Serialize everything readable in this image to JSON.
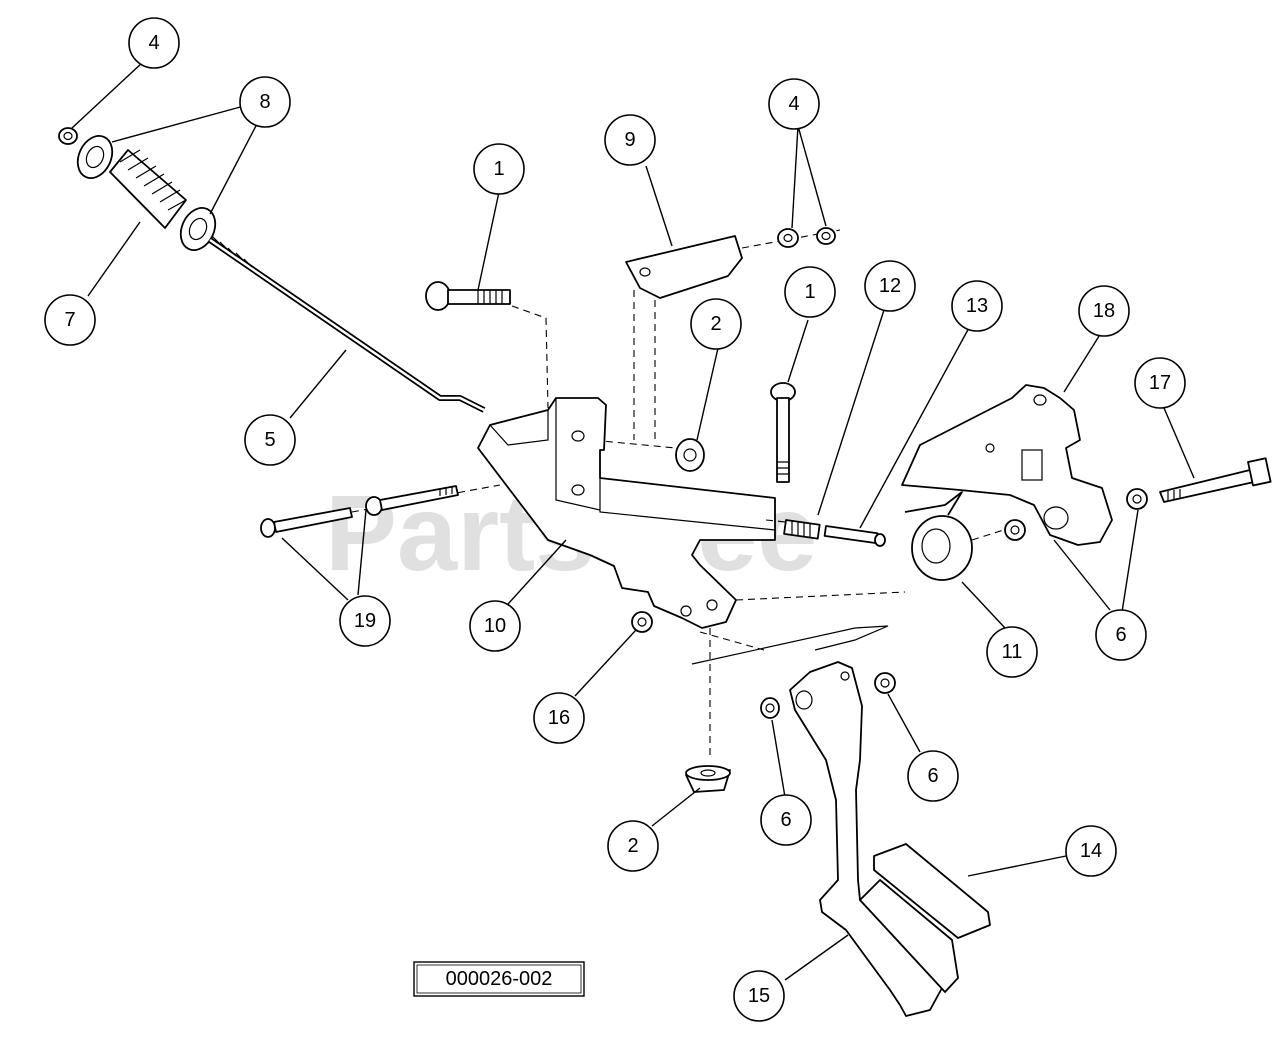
{
  "watermark": {
    "text": "PartsTree",
    "trademark": "™"
  },
  "figure_id": "000026-002",
  "callouts": {
    "c4a": "4",
    "c8": "8",
    "c7": "7",
    "c1a": "1",
    "c9": "9",
    "c4b": "4",
    "c2a": "2",
    "c5": "5",
    "c1b": "1",
    "c12": "12",
    "c13": "13",
    "c18": "18",
    "c17": "17",
    "c19": "19",
    "c10": "10",
    "c11": "11",
    "c6a": "6",
    "c16": "16",
    "c6b": "6",
    "c6c": "6",
    "c2b": "2",
    "c14": "14",
    "c15": "15"
  }
}
